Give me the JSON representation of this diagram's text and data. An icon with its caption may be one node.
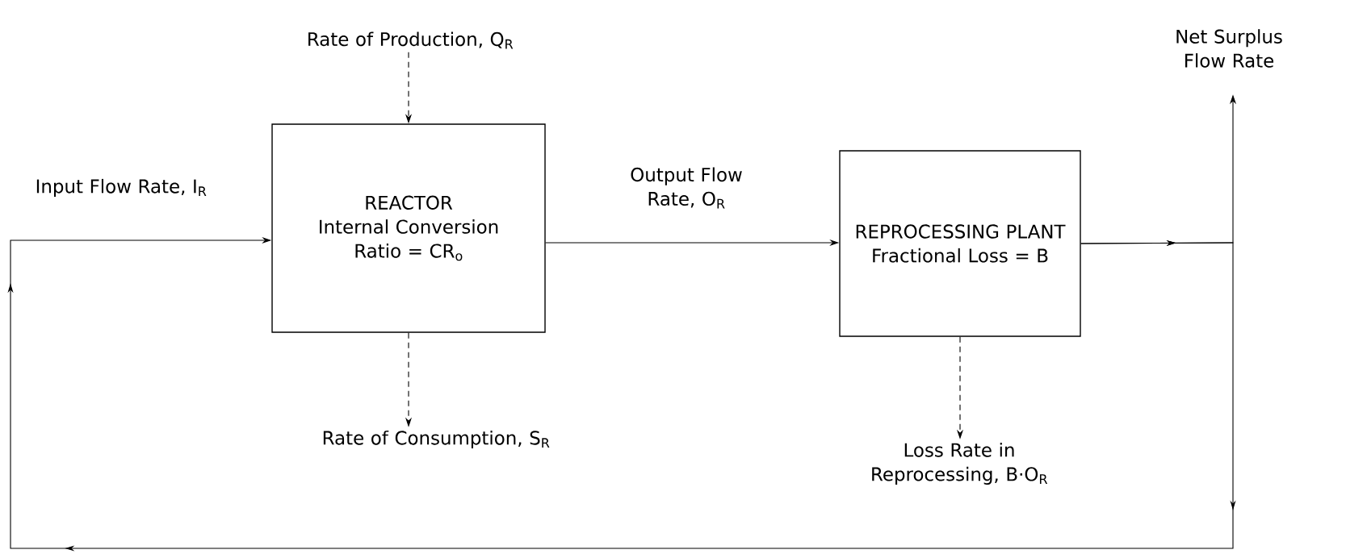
{
  "diagram": {
    "nodes": [
      {
        "text": [
          "REACTOR",
          "Internal Conversion Ratio = CR$_{o}$"
        ]
      },
      {
        "text": [
          "REPROCESSING PLANT",
          "Fractional Loss = B"
        ]
      },
      {
        "text": [
          "Rate of Production, Q$_{R}$"
        ]
      },
      {
        "text": [
          "Rate of Consumption, S$_{R}$"
        ]
      },
      {
        "text": [
          "Loss Rate in Reprocessing, B·O$_{R}$"
        ]
      },
      {
        "text": [
          "Net Surplus Flow Rate"
        ]
      }
    ],
    "edges": [
      {
        "from": 2,
        "to": 0,
        "arrow": "to",
        "style": "dashed"
      },
      {
        "from": 0,
        "to": 3,
        "arrow": "to",
        "style": "dashed"
      },
      {
        "from": 0,
        "to": 1,
        "arrow": "to",
        "label": "Output Flow Rate, O$_{R}$"
      },
      {
        "from": 1,
        "to": 4,
        "arrow": "to",
        "style": "dashed"
      },
      {
        "from": 1,
        "to": 5,
        "arrow": "to"
      },
      {
        "from": 1,
        "to": 0,
        "arrow": "to",
        "label": "Input Flow Rate, I$_{R}$"
      }
    ]
  }
}
